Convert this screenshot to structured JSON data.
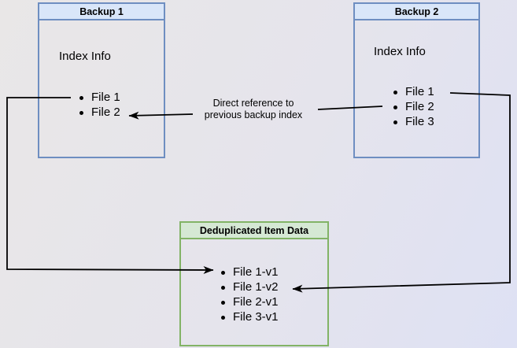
{
  "diagram": {
    "backup1": {
      "title": "Backup 1",
      "info": "Index Info",
      "files": [
        "File 1",
        "File 2"
      ]
    },
    "backup2": {
      "title": "Backup 2",
      "info": "Index Info",
      "files": [
        "File 1",
        "File 2",
        "File 3"
      ]
    },
    "dedup": {
      "title": "Deduplicated Item Data",
      "files": [
        "File 1-v1",
        "File 1-v2",
        "File 2-v1",
        "File 3-v1"
      ]
    },
    "annotation": {
      "line1": "Direct reference to",
      "line2": "previous backup index"
    }
  },
  "colors": {
    "backup_header_fill": "#d9e6f9",
    "backup_border": "#6e8ec1",
    "dedup_header_fill": "#d5e8d4",
    "dedup_border": "#82b366",
    "arrow": "#000000",
    "background_start": "#e9e7e7",
    "background_end": "#dee1f4"
  }
}
